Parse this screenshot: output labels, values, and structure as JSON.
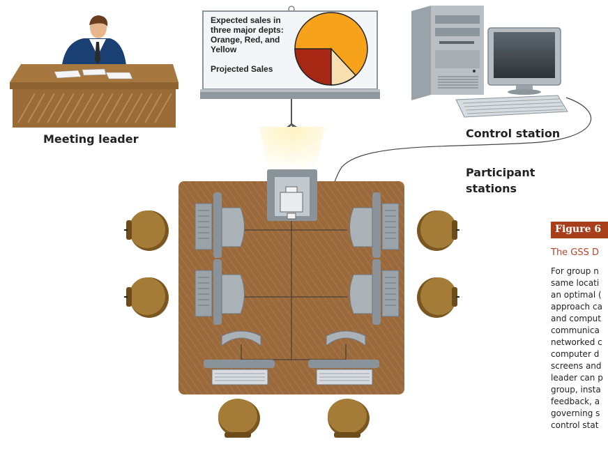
{
  "labels": {
    "meeting_leader": "Meeting leader",
    "control_station": "Control station",
    "participant_line1": "Participant",
    "participant_line2": "stations"
  },
  "projection_screen": {
    "lines": [
      "Expected sales in",
      "three major depts:",
      "Orange, Red, and",
      "Yellow"
    ],
    "subtitle": "Projected Sales",
    "pie_colors": {
      "orange": "#f7a21b",
      "red": "#a52714",
      "yellow": "#f7dfb0"
    }
  },
  "figure": {
    "title": "Figure 6",
    "subtitle": "The GSS D",
    "body_lines": [
      "For group n",
      "same locati",
      "an optimal (",
      "approach ca",
      "and comput",
      "communica",
      "networked c",
      "computer d",
      "screens and",
      "leader can p",
      "group, insta",
      "feedback, a",
      "governing s",
      "control stat"
    ]
  },
  "colors": {
    "table": "#9b6a3c",
    "chair": "#a57c37",
    "figure_bar": "#a83e1c"
  }
}
